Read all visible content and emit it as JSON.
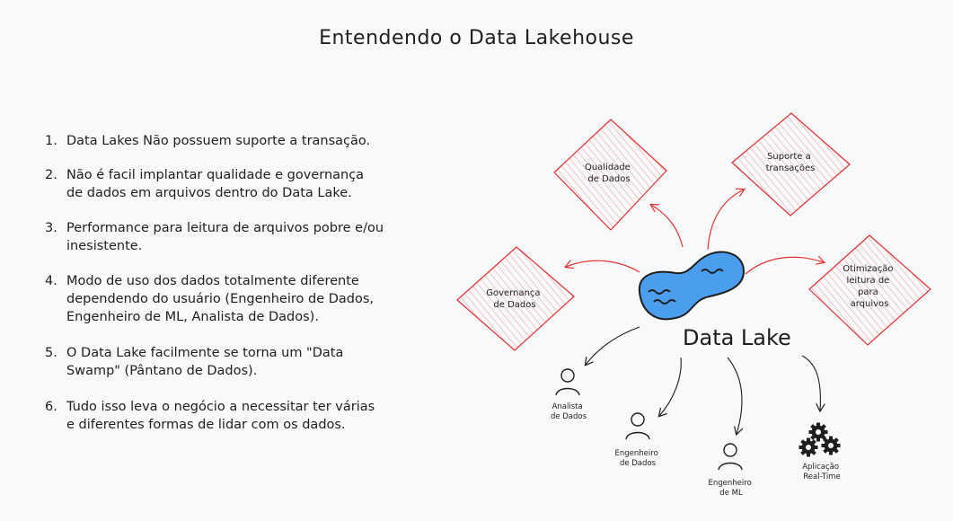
{
  "title": "Entendendo o Data Lakehouse",
  "points": [
    {
      "num": "1.",
      "lines": [
        "Data Lakes Não possuem suporte a transação."
      ]
    },
    {
      "num": "2.",
      "lines": [
        "Não é facil implantar qualidade e governança",
        "de dados em arquivos dentro do Data Lake."
      ]
    },
    {
      "num": "3.",
      "lines": [
        "Performance para leitura de arquivos pobre e/ou",
        "inesistente."
      ]
    },
    {
      "num": "4.",
      "lines": [
        "Modo de uso dos dados totalmente diferente",
        "dependendo do usuário (Engenheiro de Dados,",
        "Engenheiro de ML, Analista de Dados)."
      ]
    },
    {
      "num": "5.",
      "lines": [
        "O Data Lake facilmente se torna um \"Data",
        "Swamp\" (Pântano de Dados)."
      ]
    },
    {
      "num": "6.",
      "lines": [
        "Tudo isso leva o negócio a necessitar ter várias",
        "e diferentes formas de lidar com os dados."
      ]
    }
  ],
  "diagram": {
    "center": "Data Lake",
    "problems": {
      "qualidade": [
        "Qualidade",
        "de Dados"
      ],
      "suporte": [
        "Suporte a",
        "transações"
      ],
      "governanca": [
        "Governança",
        "de Dados"
      ],
      "otimizacao": [
        "Otimização",
        "leitura de",
        "para",
        "arquivos"
      ]
    },
    "consumers": {
      "analista": [
        "Analista",
        "de Dados"
      ],
      "eng_dados": [
        "Engenheiro",
        "de Dados"
      ],
      "eng_ml": [
        "Engenheiro",
        "de ML"
      ],
      "aplicacao": [
        "Aplicação",
        "Real-Time"
      ]
    },
    "colors": {
      "problem_stroke": "#e03131",
      "problem_hatch": "#ffc9c9",
      "lake_fill": "#4a9eed",
      "ink": "#1e1e1e"
    }
  }
}
